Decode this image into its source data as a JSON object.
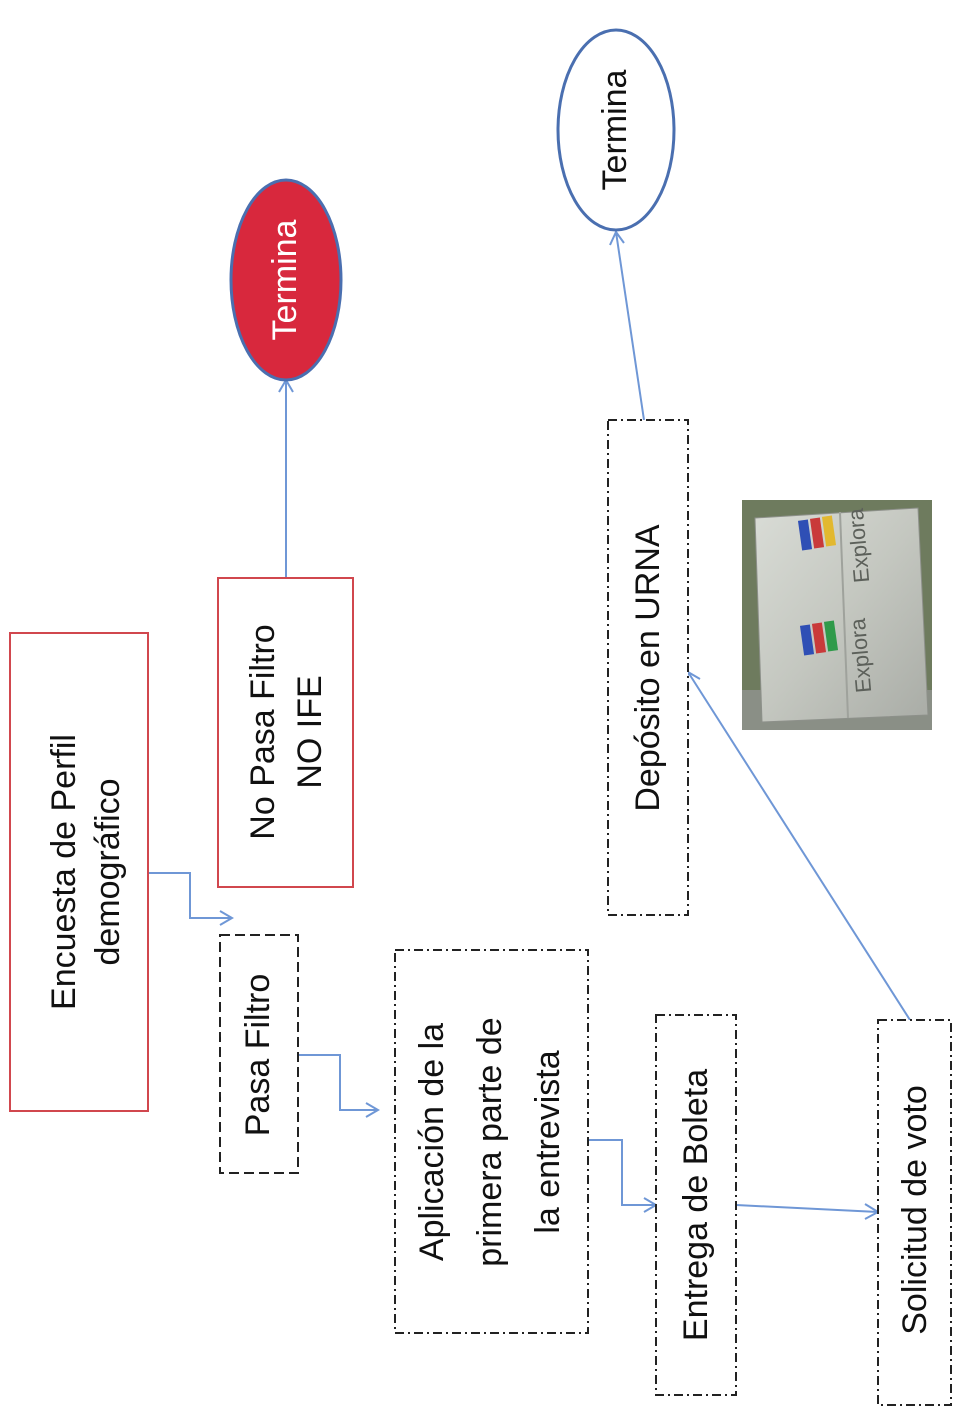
{
  "nodes": {
    "encuesta": {
      "line1": "Encuesta de Perfil",
      "line2": "demográfico"
    },
    "no_pasa": {
      "line1": "No Pasa Filtro",
      "line2": "NO IFE"
    },
    "termina_red": {
      "label": "Termina"
    },
    "termina_blue": {
      "label": "Termina"
    },
    "pasa_filtro": {
      "label": "Pasa Filtro"
    },
    "aplicacion": {
      "line1": "Aplicación de la",
      "line2": "primera parte de",
      "line3": "la entrevista"
    },
    "entrega": {
      "label": "Entrega de Boleta"
    },
    "solicitud": {
      "label": "Solicitud de voto"
    },
    "deposito": {
      "label": "Depósito en URNA"
    }
  },
  "photo": {
    "brand_text": "Explora"
  },
  "colors": {
    "red_border": "#d1474e",
    "red_fill": "#d8283d",
    "blue": "#4a6fb0",
    "arrow": "#6f97d6"
  }
}
